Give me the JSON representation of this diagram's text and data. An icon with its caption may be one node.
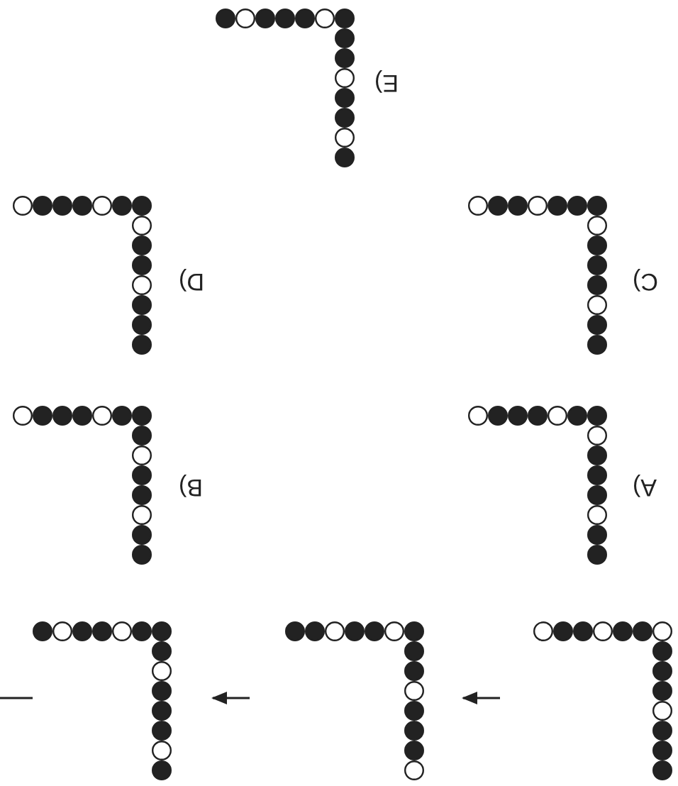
{
  "diagram": {
    "nodes": [
      {
        "text": [],
        "shape": "picture"
      },
      {
        "text": [],
        "shape": "picture"
      },
      {
        "text": [],
        "shape": "picture"
      },
      {
        "text": [
          "A)"
        ]
      },
      {
        "text": [
          "B)"
        ]
      },
      {
        "text": [
          "C)"
        ]
      },
      {
        "text": [
          "D)"
        ]
      },
      {
        "text": [
          "E)"
        ]
      }
    ],
    "edges": [
      {
        "from": 2,
        "to": 1,
        "arrow": "to"
      },
      {
        "from": 1,
        "to": 0,
        "arrow": "to"
      },
      {
        "from": 0,
        "to": null,
        "arrow": "to"
      }
    ]
  }
}
